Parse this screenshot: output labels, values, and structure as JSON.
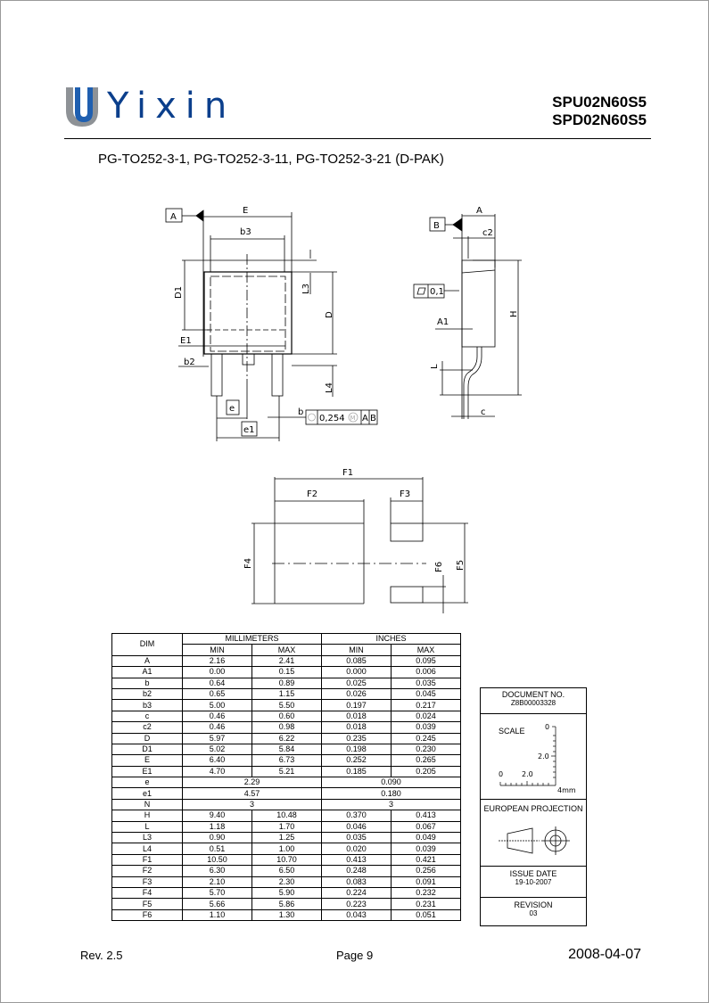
{
  "header": {
    "brand": "Yixin",
    "part_numbers": [
      "SPU02N60S5",
      "SPD02N60S5"
    ],
    "package_title": "PG-TO252-3-1, PG-TO252-3-11, PG-TO252-3-21 (D-PAK)"
  },
  "drawing": {
    "front_view_labels": [
      "A",
      "E",
      "b3",
      "D1",
      "L3",
      "D",
      "E1",
      "b2",
      "L4",
      "e",
      "e1",
      "b"
    ],
    "position_tolerance": {
      "value": "0,254",
      "modifier": "M",
      "datums": [
        "A",
        "B"
      ]
    },
    "side_view_labels": [
      "B",
      "A",
      "c2",
      "H",
      "A1",
      "L",
      "c"
    ],
    "flatness_tolerance": "0,1",
    "footprint_labels": [
      "F1",
      "F2",
      "F3",
      "F4",
      "F5",
      "F6"
    ]
  },
  "table": {
    "headers": {
      "dim": "DIM",
      "mm": "MILLIMETERS",
      "in": "INCHES",
      "min": "MIN",
      "max": "MAX"
    },
    "rows": [
      {
        "dim": "A",
        "mm_min": "2.16",
        "mm_max": "2.41",
        "in_min": "0.085",
        "in_max": "0.095"
      },
      {
        "dim": "A1",
        "mm_min": "0.00",
        "mm_max": "0.15",
        "in_min": "0.000",
        "in_max": "0.006"
      },
      {
        "dim": "b",
        "mm_min": "0.64",
        "mm_max": "0.89",
        "in_min": "0.025",
        "in_max": "0.035"
      },
      {
        "dim": "b2",
        "mm_min": "0.65",
        "mm_max": "1.15",
        "in_min": "0.026",
        "in_max": "0.045"
      },
      {
        "dim": "b3",
        "mm_min": "5.00",
        "mm_max": "5.50",
        "in_min": "0.197",
        "in_max": "0.217"
      },
      {
        "dim": "c",
        "mm_min": "0.46",
        "mm_max": "0.60",
        "in_min": "0.018",
        "in_max": "0.024"
      },
      {
        "dim": "c2",
        "mm_min": "0.46",
        "mm_max": "0.98",
        "in_min": "0.018",
        "in_max": "0.039"
      },
      {
        "dim": "D",
        "mm_min": "5.97",
        "mm_max": "6.22",
        "in_min": "0.235",
        "in_max": "0.245"
      },
      {
        "dim": "D1",
        "mm_min": "5.02",
        "mm_max": "5.84",
        "in_min": "0.198",
        "in_max": "0.230"
      },
      {
        "dim": "E",
        "mm_min": "6.40",
        "mm_max": "6.73",
        "in_min": "0.252",
        "in_max": "0.265"
      },
      {
        "dim": "E1",
        "mm_min": "4.70",
        "mm_max": "5.21",
        "in_min": "0.185",
        "in_max": "0.205"
      },
      {
        "dim": "e",
        "mm": "2.29",
        "in": "0.090"
      },
      {
        "dim": "e1",
        "mm": "4.57",
        "in": "0.180"
      },
      {
        "dim": "N",
        "mm": "3",
        "in": "3"
      },
      {
        "dim": "H",
        "mm_min": "9.40",
        "mm_max": "10.48",
        "in_min": "0.370",
        "in_max": "0.413"
      },
      {
        "dim": "L",
        "mm_min": "1.18",
        "mm_max": "1.70",
        "in_min": "0.046",
        "in_max": "0.067"
      },
      {
        "dim": "L3",
        "mm_min": "0.90",
        "mm_max": "1.25",
        "in_min": "0.035",
        "in_max": "0.049"
      },
      {
        "dim": "L4",
        "mm_min": "0.51",
        "mm_max": "1.00",
        "in_min": "0.020",
        "in_max": "0.039"
      },
      {
        "dim": "F1",
        "mm_min": "10.50",
        "mm_max": "10.70",
        "in_min": "0.413",
        "in_max": "0.421"
      },
      {
        "dim": "F2",
        "mm_min": "6.30",
        "mm_max": "6.50",
        "in_min": "0.248",
        "in_max": "0.256"
      },
      {
        "dim": "F3",
        "mm_min": "2.10",
        "mm_max": "2.30",
        "in_min": "0.083",
        "in_max": "0.091"
      },
      {
        "dim": "F4",
        "mm_min": "5.70",
        "mm_max": "5.90",
        "in_min": "0.224",
        "in_max": "0.232"
      },
      {
        "dim": "F5",
        "mm_min": "5.66",
        "mm_max": "5.86",
        "in_min": "0.223",
        "in_max": "0.231"
      },
      {
        "dim": "F6",
        "mm_min": "1.10",
        "mm_max": "1.30",
        "in_min": "0.043",
        "in_max": "0.051"
      }
    ]
  },
  "title_block": {
    "document_no_label": "DOCUMENT NO.",
    "document_no": "Z8B00003328",
    "scale_label": "SCALE",
    "scale_ticks": {
      "zero_v": "0",
      "two_v": "2.0",
      "zero_h": "0",
      "two_h": "2.0",
      "unit": "4mm"
    },
    "projection_label": "EUROPEAN PROJECTION",
    "issue_date_label": "ISSUE DATE",
    "issue_date": "19-10-2007",
    "revision_label": "REVISION",
    "revision": "03"
  },
  "footer": {
    "revision": "Rev. 2.5",
    "page": "Page 9",
    "date": "2008-04-07"
  }
}
